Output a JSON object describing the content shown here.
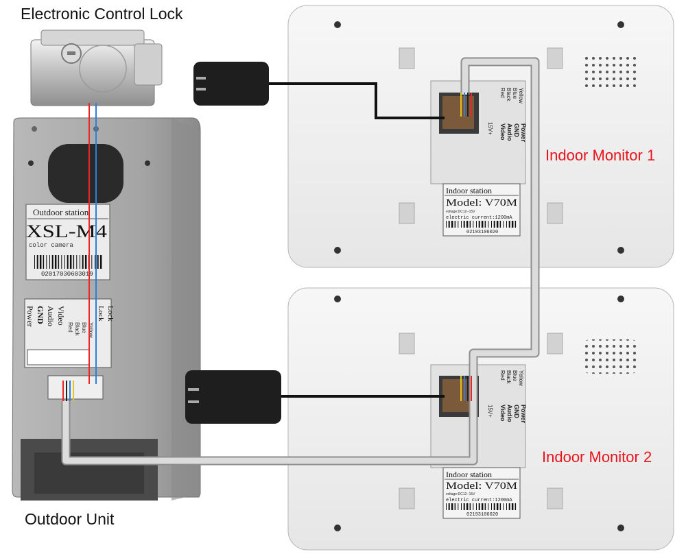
{
  "labels": {
    "lock": "Electronic Control Lock",
    "outdoor": "Outdoor Unit",
    "monitor1": "Indoor Monitor 1",
    "monitor2": "Indoor Monitor 2"
  },
  "outdoor_unit": {
    "station_header": "Outdoor station",
    "model": "XSL-M4",
    "camera": "color camera",
    "serial": "02017030603019",
    "terminals": [
      {
        "name": "Power",
        "color": "Red"
      },
      {
        "name": "GND",
        "color": "Black"
      },
      {
        "name": "Audio",
        "color": "Blue"
      },
      {
        "name": "Video",
        "color": "Yellow"
      }
    ],
    "lock_terminals": [
      "Lock",
      "Lock"
    ]
  },
  "monitors": [
    {
      "station_header": "Indoor station",
      "model": "Model: V70M",
      "voltage": "voltage:DC12--15V",
      "current": "electric current:1200mA",
      "serial": "02193106020",
      "wire_colors": [
        "Yellow",
        "Blue",
        "Black",
        "Red"
      ],
      "wire_names": [
        "Video",
        "Audio",
        "GND",
        "Power"
      ],
      "dc_label": "15V+"
    },
    {
      "station_header": "Indoor station",
      "model": "Model: V70M",
      "voltage": "voltage:DC12--15V",
      "current": "electric current:1200mA",
      "serial": "02193106020",
      "wire_colors": [
        "Yellow",
        "Blue",
        "Black",
        "Red"
      ],
      "wire_names": [
        "Video",
        "Audio",
        "GND",
        "Power"
      ],
      "dc_label": "15V+"
    }
  ],
  "colors": {
    "label_accent": "#e8141b",
    "wire_red": "#e8262a",
    "wire_blue": "#2e7fd8",
    "wire_yellow": "#e8c21a",
    "cable_gray": "#d9d9d9",
    "monitor_body": "#f1f1f1",
    "outdoor_body": "#a6a6a6"
  },
  "icons": [
    "power-adapter-icon",
    "speaker-grille-icon",
    "barcode-icon",
    "lock-cylinder-icon"
  ]
}
